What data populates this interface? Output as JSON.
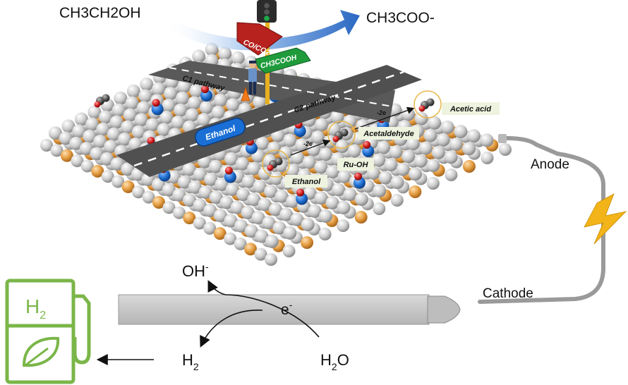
{
  "top": {
    "reactant": "CH3CH2OH",
    "product": "CH3COO-"
  },
  "road": {
    "c1_label": "C1 pathway",
    "c2_label": "C2 pathway",
    "car_label": "Ethanol",
    "sign_red": "CO/CO2",
    "sign_green": "CH3COOH"
  },
  "surface_labels": {
    "ethanol": "Ethanol",
    "ru_oh": "Ru-OH",
    "acetaldehyde": "Acetaldehyde",
    "acetic_acid": "Acetic acid",
    "step1": "-2e",
    "step2": "-2e"
  },
  "circuit": {
    "anode": "Anode",
    "cathode": "Cathode"
  },
  "cathode_rxn": {
    "oh": "OH",
    "oh_sup": "-",
    "electron": "e",
    "electron_sup": "-",
    "h2": "H",
    "h2_sub": "2",
    "h2o_h": "H",
    "h2o_sub": "2",
    "h2o_o": "O"
  },
  "station": {
    "h": "H",
    "sub": "2"
  },
  "colors": {
    "slab_white": "#cfcfcf",
    "slab_orange": "#e09a3e",
    "road": "#555555",
    "anode_arrow": "#2f6fc4",
    "wire": "#9a9a9a",
    "station_green": "#7ab648",
    "bolt": "#f2b418"
  }
}
